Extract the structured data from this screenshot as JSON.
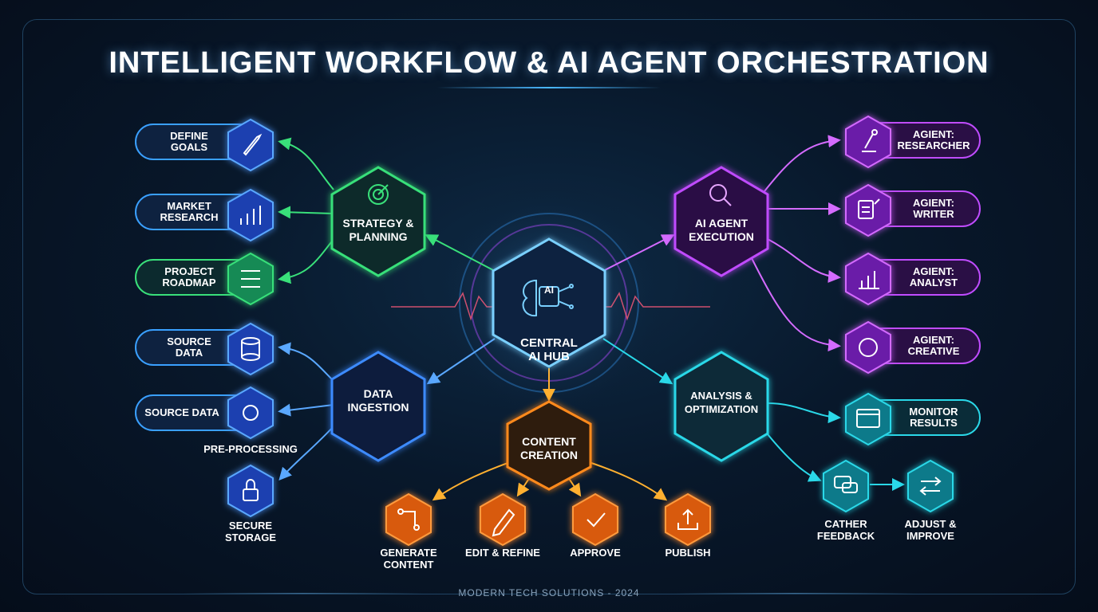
{
  "title": "INTELLIGENT WORKFLOW & AI AGENT ORCHESTRATION",
  "footer": "MODERN TECH SOLUTIONS - 2024",
  "colors": {
    "green": "#39e07a",
    "blue": "#3e8bff",
    "cyan": "#2ad8e8",
    "purple": "#c04cff",
    "orange": "#ff8a1c",
    "hub": "#7ad0ff"
  },
  "hub": {
    "icon_text": "AI",
    "label_line1": "CENTRAL",
    "label_line2": "AI HUB"
  },
  "strategy": {
    "label_line1": "STRATEGY &",
    "label_line2": "PLANNING",
    "items": [
      {
        "line1": "DEFINE",
        "line2": "GOALS",
        "icon": "rocket-icon"
      },
      {
        "line1": "MARKET",
        "line2": "RESEARCH",
        "icon": "bar-chart-icon"
      },
      {
        "line1": "PROJECT",
        "line2": "ROADMAP",
        "icon": "roadmap-icon"
      }
    ]
  },
  "ingestion": {
    "label_line1": "DATA",
    "label_line2": "INGESTION",
    "items": [
      {
        "line1": "SOURCE",
        "line2": "DATA",
        "icon": "database-icon"
      },
      {
        "line1": "SOURCE DATA",
        "line2": "",
        "icon": "gear-icon"
      }
    ],
    "preprocessing_label": "PRE-PROCESSING",
    "storage": {
      "line1": "SECURE",
      "line2": "STORAGE",
      "icon": "lock-icon"
    }
  },
  "agents": {
    "label_line1": "AI AGENT",
    "label_line2": "EXECUTION",
    "items": [
      {
        "line1": "AGIENT:",
        "line2": "RESEARCHER",
        "icon": "microscope-icon"
      },
      {
        "line1": "AGIENT:",
        "line2": "WRITER",
        "icon": "document-pen-icon"
      },
      {
        "line1": "AGIENT:",
        "line2": "ANALYST",
        "icon": "chart-icon"
      },
      {
        "line1": "AGIENT:",
        "line2": "CREATIVE",
        "icon": "palette-icon"
      }
    ]
  },
  "analysis": {
    "label_line1": "ANALYSIS &",
    "label_line2": "OPTIMIZATION",
    "monitor": {
      "line1": "MONITOR",
      "line2": "RESULTS",
      "icon": "dashboard-icon"
    },
    "feedback": {
      "line1": "CATHER",
      "line2": "FEEDBACK",
      "icon": "chat-icon"
    },
    "adjust": {
      "line1": "ADJUST &",
      "line2": "IMPROVE",
      "icon": "swap-arrows-icon"
    }
  },
  "content": {
    "label_line1": "CONTENT",
    "label_line2": "CREATION",
    "items": [
      {
        "line1": "GENERATE",
        "line2": "CONTENT",
        "icon": "flow-icon"
      },
      {
        "line1": "EDIT & REFINE",
        "line2": "",
        "icon": "pencil-icon"
      },
      {
        "line1": "APPROVE",
        "line2": "",
        "icon": "check-icon"
      },
      {
        "line1": "PUBLISH",
        "line2": "",
        "icon": "upload-icon"
      }
    ]
  }
}
